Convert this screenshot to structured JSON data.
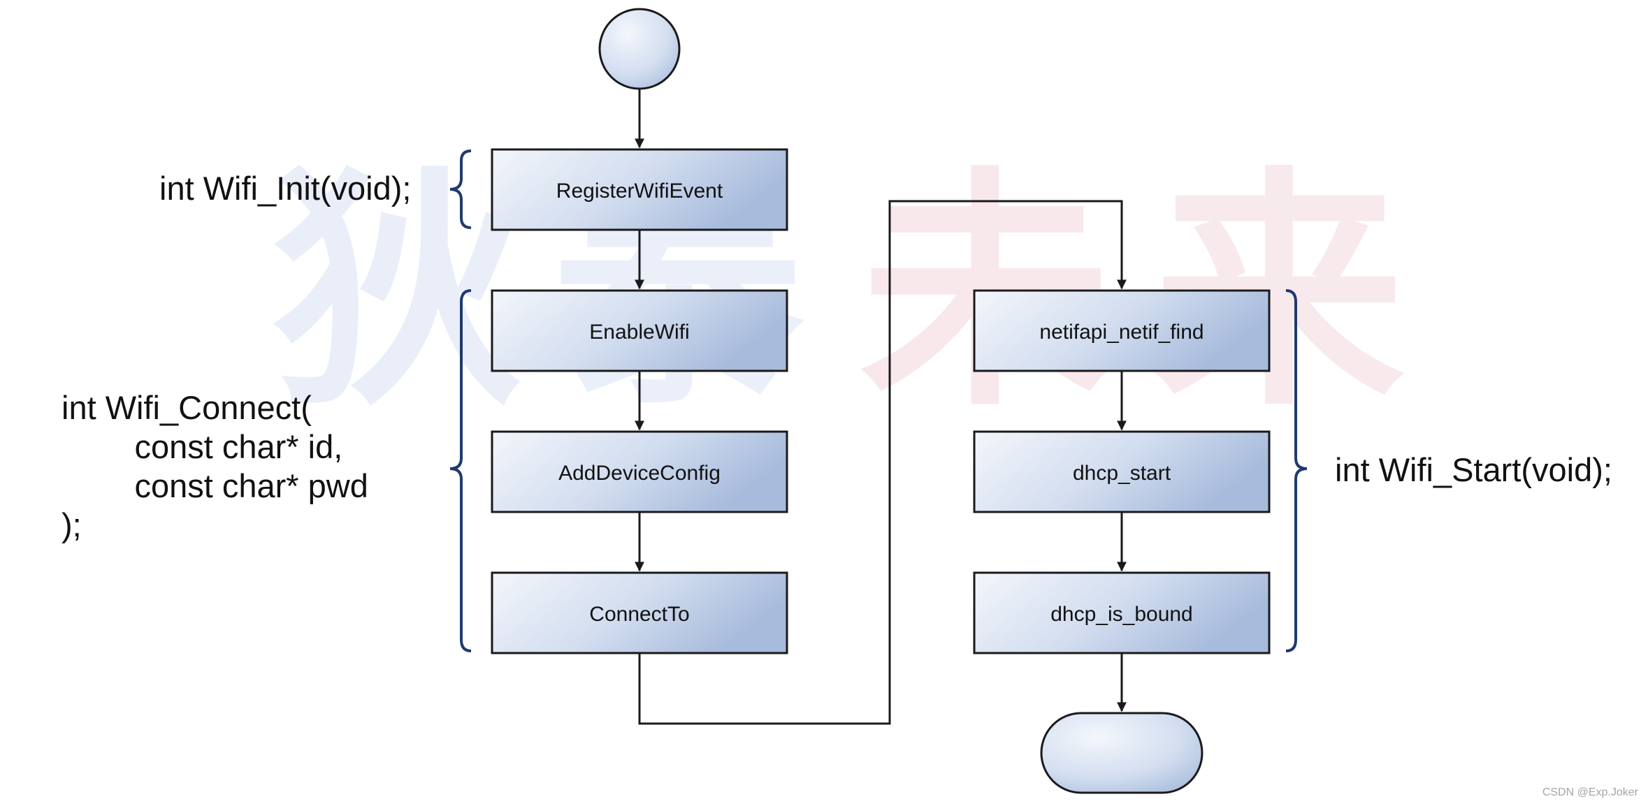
{
  "watermark": {
    "chars": [
      "狄",
      "泰",
      "未",
      "来"
    ],
    "colors": [
      "#e9eef8",
      "#eaeff9",
      "#f8e8ec",
      "#f8e9ed"
    ]
  },
  "colors": {
    "box_fill_light": "#f2f5fb",
    "box_fill_dark": "#a6badb",
    "box_stroke": "#1a1a1a",
    "brace": "#1f3a6e",
    "connector": "#1a1a1a"
  },
  "nodes": {
    "register_wifi_event": "RegisterWifiEvent",
    "enable_wifi": "EnableWifi",
    "add_device_config": "AddDeviceConfig",
    "connect_to": "ConnectTo",
    "netifapi_netif_find": "netifapi_netif_find",
    "dhcp_start": "dhcp_start",
    "dhcp_is_bound": "dhcp_is_bound"
  },
  "signatures": {
    "wifi_init": "int Wifi_Init(void);",
    "wifi_connect": [
      "int Wifi_Connect(",
      "        const char* id,",
      "        const char* pwd",
      ");"
    ],
    "wifi_start": "int Wifi_Start(void);"
  },
  "credit": "CSDN @Exp.Joker"
}
